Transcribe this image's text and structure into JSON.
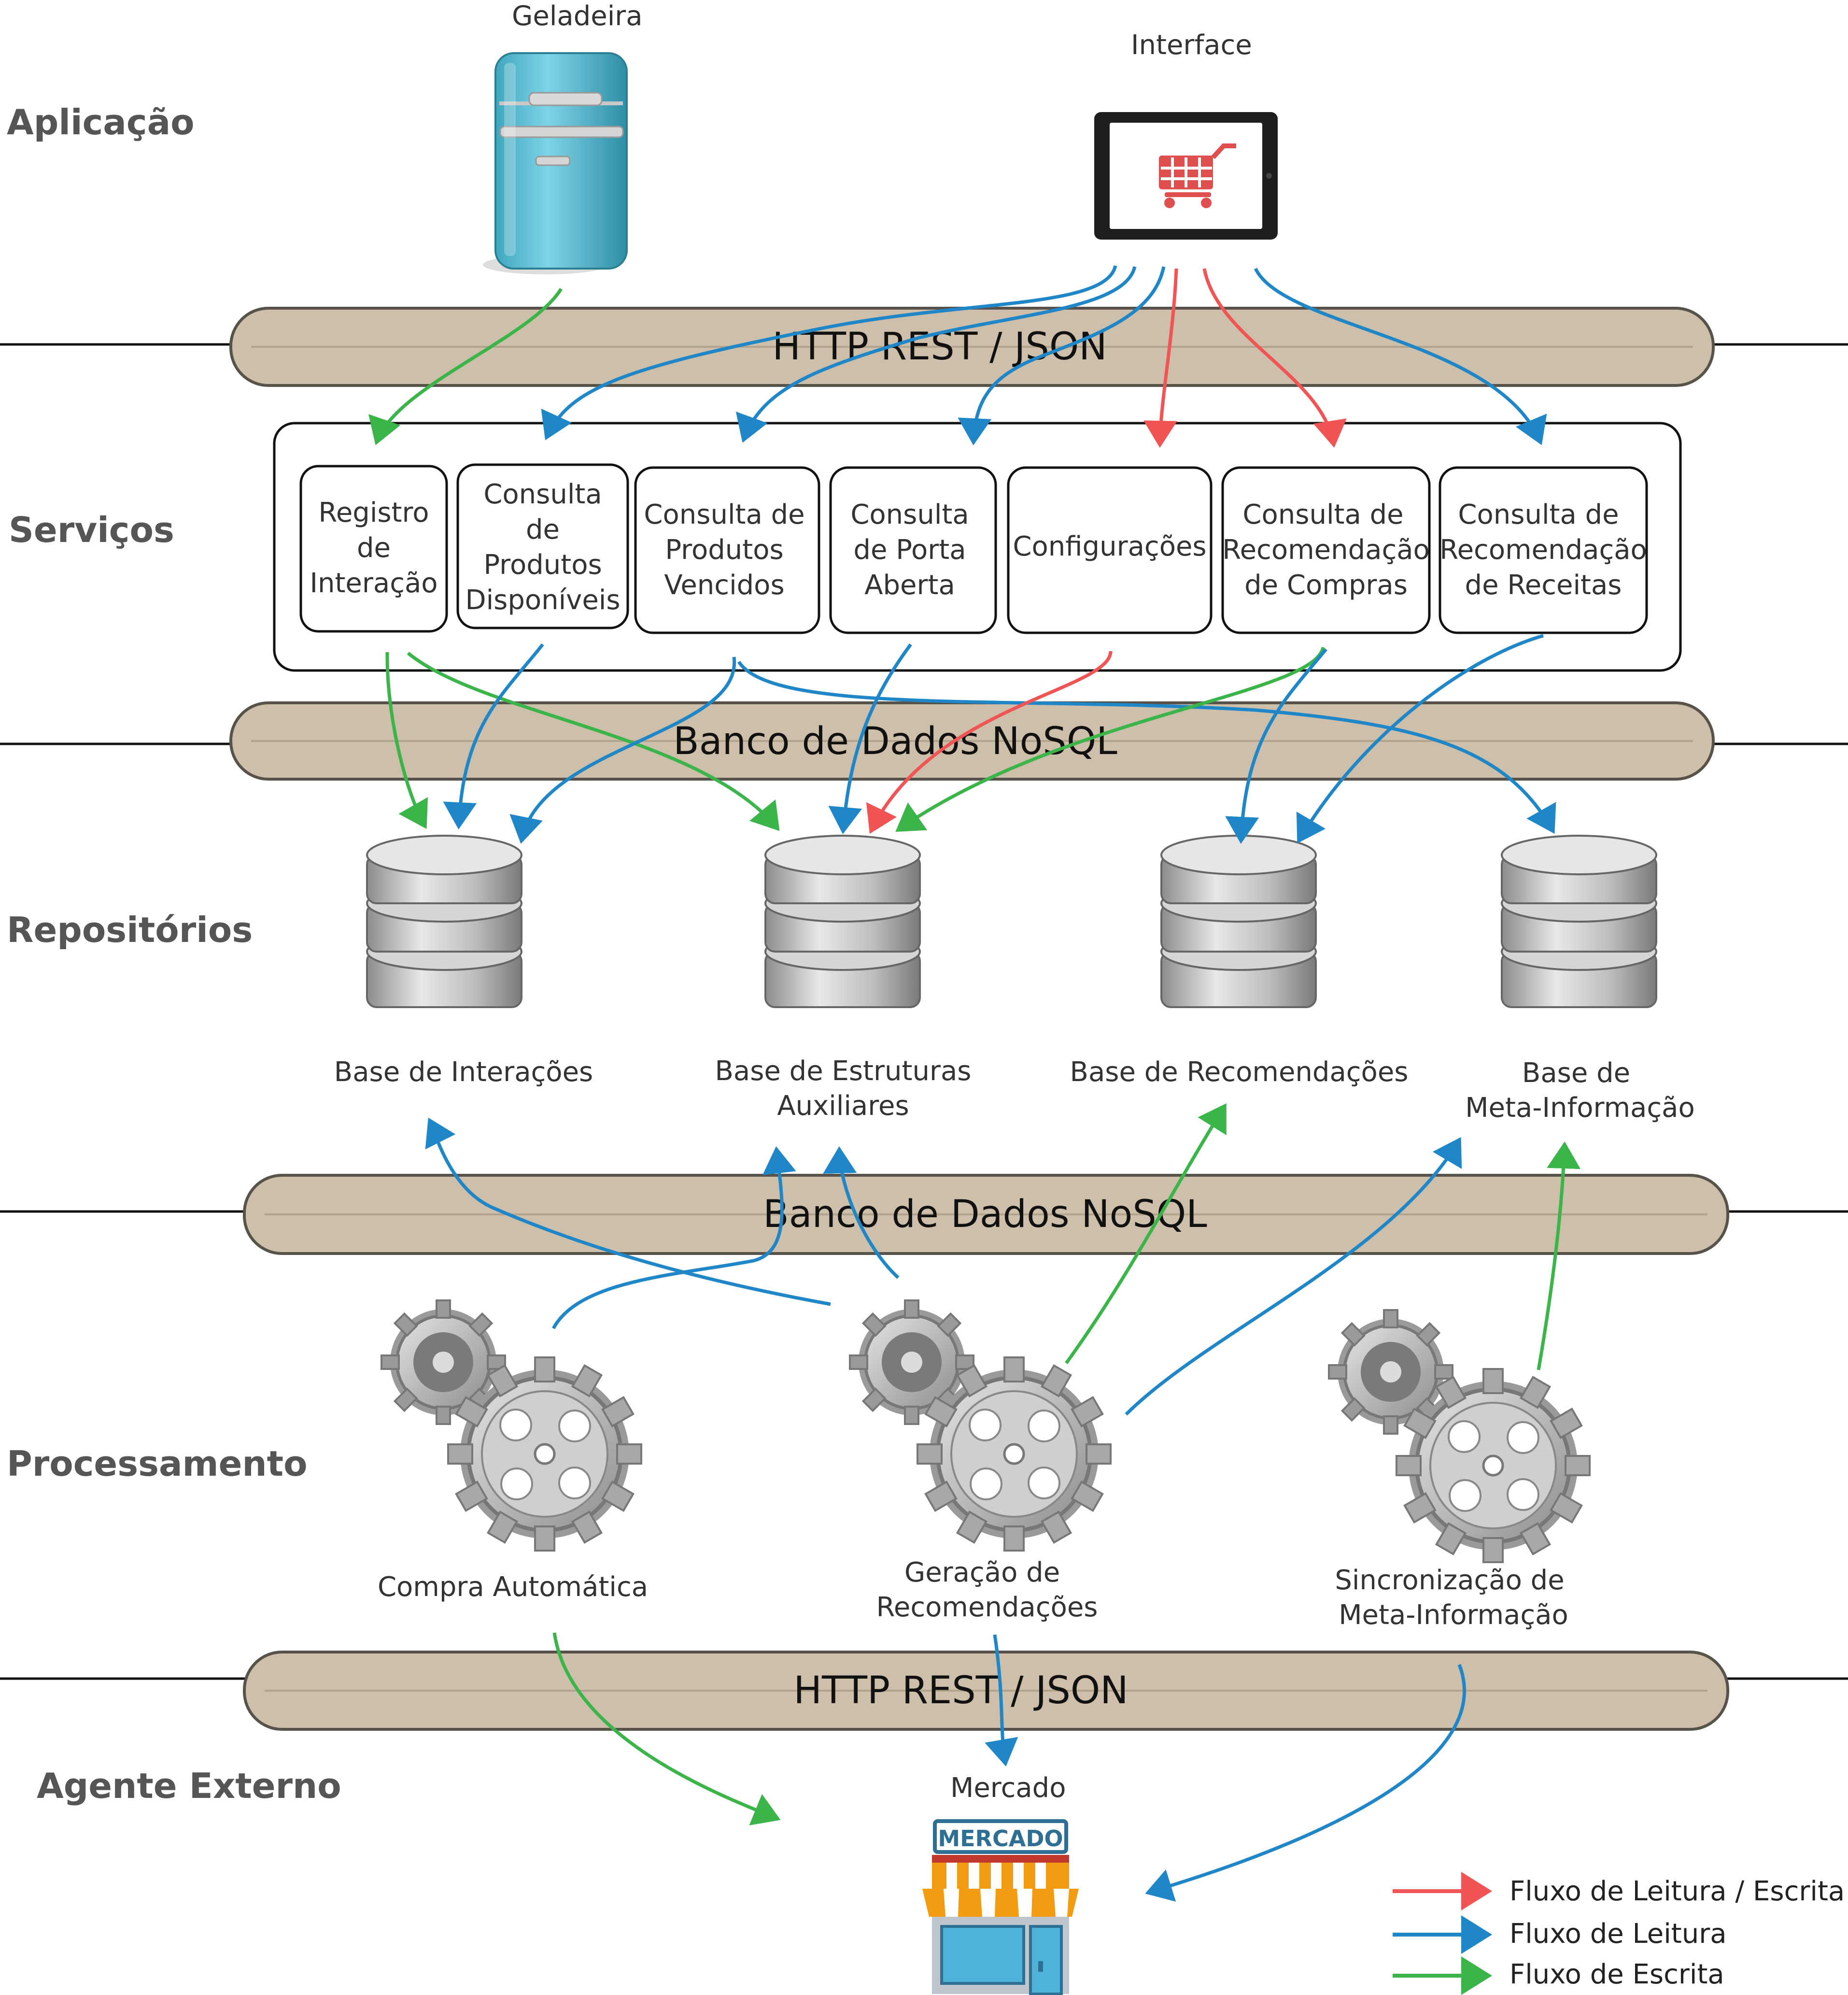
{
  "layers": {
    "aplicacao": "Aplicação",
    "servicos": "Serviços",
    "repositorios": "Repositórios",
    "processamento": "Processamento",
    "agente_externo": "Agente Externo"
  },
  "application": {
    "fridge_label": "Geladeira",
    "interface_label": "Interface"
  },
  "buses": {
    "top_http": "HTTP REST / JSON",
    "nosql_upper": "Banco de Dados NoSQL",
    "nosql_lower": "Banco de Dados NoSQL",
    "bottom_http": "HTTP REST / JSON"
  },
  "services": [
    {
      "lines": [
        "Registro",
        "de",
        "Interação"
      ]
    },
    {
      "lines": [
        "Consulta",
        "de",
        "Produtos",
        "Disponíveis"
      ]
    },
    {
      "lines": [
        "Consulta de",
        "Produtos",
        "Vencidos"
      ]
    },
    {
      "lines": [
        "Consulta",
        "de Porta",
        "Aberta"
      ]
    },
    {
      "lines": [
        "Configurações"
      ]
    },
    {
      "lines": [
        "Consulta de",
        "Recomendação",
        "de Compras"
      ]
    },
    {
      "lines": [
        "Consulta de",
        "Recomendação",
        "de Receitas"
      ]
    }
  ],
  "repositories": [
    {
      "lines": [
        "Base de Interações"
      ]
    },
    {
      "lines": [
        "Base de Estruturas",
        "Auxiliares"
      ]
    },
    {
      "lines": [
        "Base de Recomendações"
      ]
    },
    {
      "lines": [
        "Base de",
        "Meta-Informação"
      ]
    }
  ],
  "processes": [
    {
      "lines": [
        "Compra Automática"
      ]
    },
    {
      "lines": [
        "Geração de",
        "Recomendações"
      ]
    },
    {
      "lines": [
        "Sincronização de",
        "Meta-Informação"
      ]
    }
  ],
  "external": {
    "market_label": "Mercado",
    "market_sign": "MERCADO"
  },
  "legend": {
    "read_write": "Fluxo de Leitura / Escrita",
    "read": "Fluxo de Leitura",
    "write": "Fluxo de Escrita"
  },
  "colors": {
    "read_write": "#f05454",
    "read": "#1f86c8",
    "write": "#3bb54a",
    "bus_fill": "#cdbfa9"
  }
}
